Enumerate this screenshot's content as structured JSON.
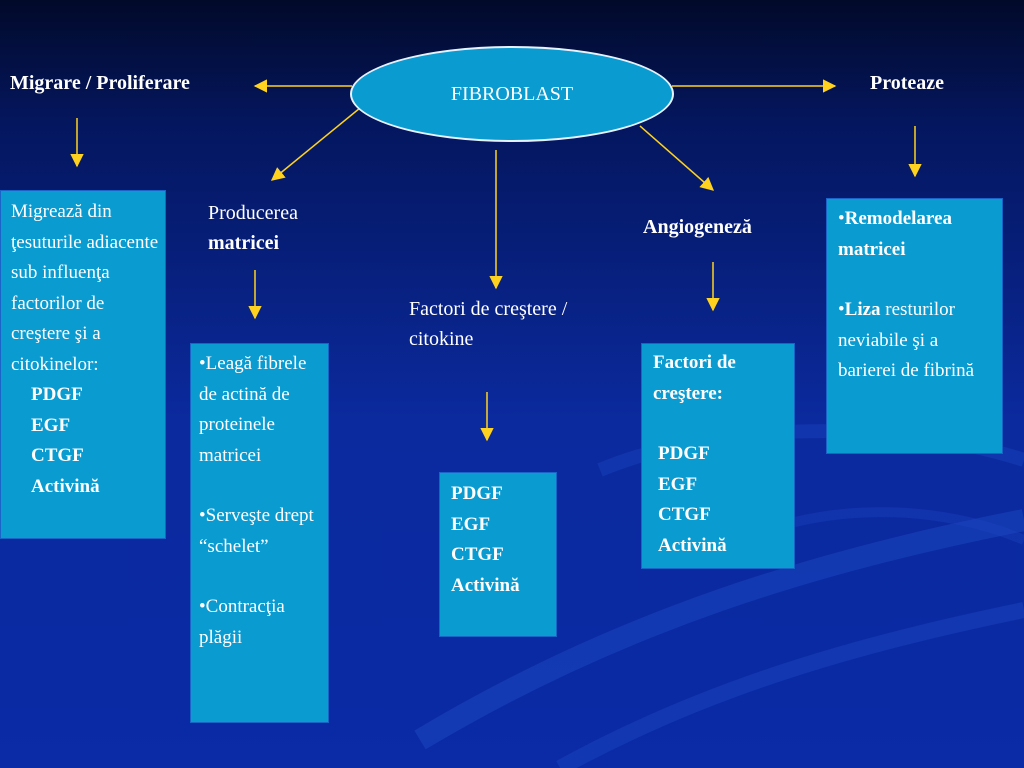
{
  "center": "FIBROBLAST",
  "labels": {
    "left": "Migrare / Proliferare",
    "right": "Proteaze",
    "matrix_line1": "Producerea",
    "matrix_line2": "matricei",
    "factors": "Factori de creştere / citokine",
    "angio": "Angiogeneză"
  },
  "box1": {
    "text": "Migrează din ţesuturile adiacente sub influenţa factorilor de creştere şi a citokinelor:",
    "items": [
      "PDGF",
      "EGF",
      "CTGF",
      "Activină"
    ]
  },
  "box2": {
    "bullets": [
      "•Leagă fibrele de actină de proteinele matricei",
      "•Serveşte drept “schelet”",
      "•Contracţia plăgii"
    ]
  },
  "box3": {
    "items": [
      "PDGF",
      "EGF",
      "CTGF",
      "Activină"
    ]
  },
  "box4": {
    "heading": "Factori de creştere:",
    "items": [
      "PDGF",
      "EGF",
      "CTGF",
      "Activină"
    ]
  },
  "box5": {
    "b1_bold": "Remodelarea matricei",
    "b2_bold": "Liza",
    "b2_rest": " resturilor neviabile şi a barierei de fibrină"
  },
  "colors": {
    "background": "#0b2a9e",
    "box": "#0a9bd1",
    "arrow": "#ffd21f"
  }
}
